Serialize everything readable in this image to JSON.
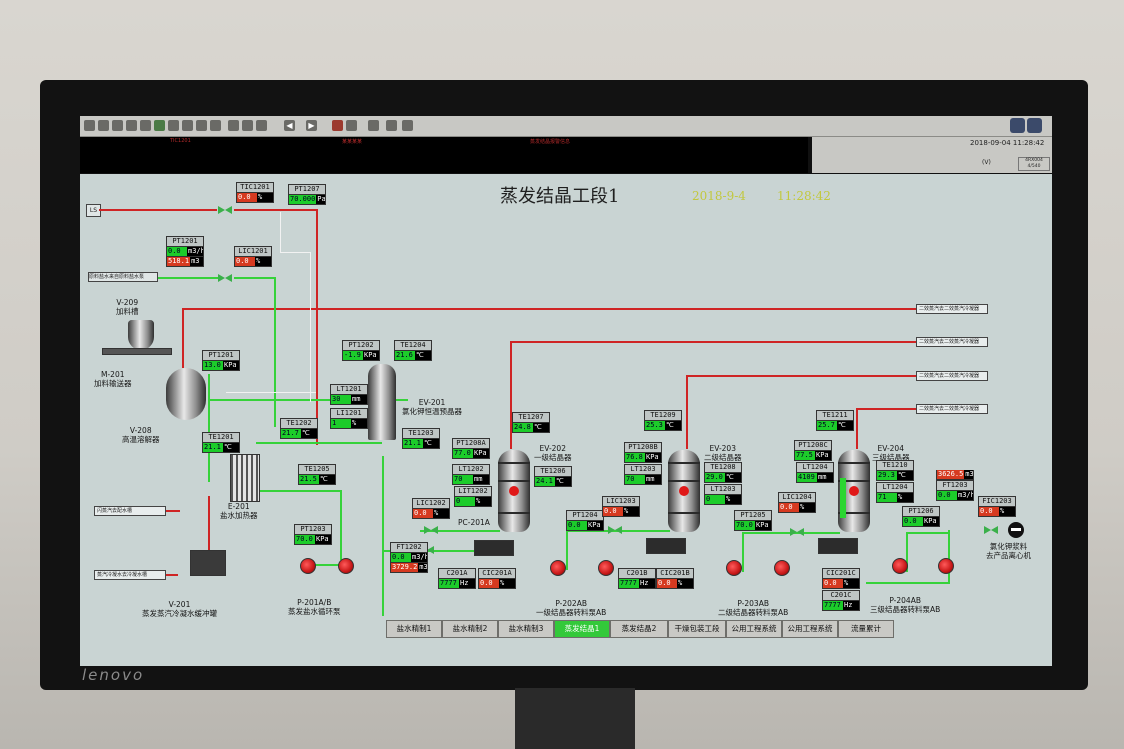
{
  "monitor": {
    "brand": "lenovo"
  },
  "header": {
    "alarm_messages": [
      "TIC1201",
      "某某某某",
      "蒸发结晶报警信息"
    ],
    "datetime": "2018-09-04 11:28:42",
    "view_code": "(V)",
    "cell_text": "4RX004 4/540"
  },
  "scada": {
    "title": "蒸发结晶工段1",
    "date": "2018-9-4",
    "time": "11:28:42",
    "ls_label": "LS",
    "tags": {
      "TIC1201": {
        "name": "TIC1201",
        "value": "0.0",
        "unit": "%"
      },
      "PT1207": {
        "name": "PT1207",
        "value": "70.000",
        "unit": "Pa"
      },
      "PT1201a": {
        "name": "PT1201",
        "value": "0.0",
        "unit": "m3/h"
      },
      "FQ1201": {
        "value": "518.1",
        "unit": "m3"
      },
      "LIC1201": {
        "name": "LIC1201",
        "value": "0.0",
        "unit": "%"
      },
      "PT1201b": {
        "name": "PT1201",
        "value": "13.0",
        "unit": "KPa"
      },
      "PT1202": {
        "name": "PT1202",
        "value": "-1.9",
        "unit": "KPa"
      },
      "TE1204": {
        "name": "TE1204",
        "value": "21.6",
        "unit": "℃"
      },
      "LT1201": {
        "name": "LT1201",
        "value": "30",
        "unit": "mm"
      },
      "LI1201": {
        "name": "LI1201",
        "value": "1",
        "unit": "%"
      },
      "TE1202": {
        "name": "TE1202",
        "value": "21.7",
        "unit": "℃"
      },
      "TE1201": {
        "name": "TE1201",
        "value": "21.1",
        "unit": "℃"
      },
      "TE1203": {
        "name": "TE1203",
        "value": "21.1",
        "unit": "℃"
      },
      "TE1205": {
        "name": "TE1205",
        "value": "21.5",
        "unit": "℃"
      },
      "PT1203": {
        "name": "PT1203",
        "value": "70.0",
        "unit": "KPa"
      },
      "FT1202": {
        "name": "FT1202",
        "value": "0.0",
        "unit": "m3/h"
      },
      "FQ1202": {
        "value": "3729.2",
        "unit": "m3"
      },
      "TE1207": {
        "name": "TE1207",
        "value": "24.8",
        "unit": "℃"
      },
      "PT1208A": {
        "name": "PT1208A",
        "value": "77.0",
        "unit": "KPa"
      },
      "LT1202": {
        "name": "LT1202",
        "value": "70",
        "unit": "mm"
      },
      "LIT1202": {
        "name": "LIT1202",
        "value": "0",
        "unit": "%"
      },
      "TE1206": {
        "name": "TE1206",
        "value": "24.1",
        "unit": "℃"
      },
      "LIC1202": {
        "name": "LIC1202",
        "value": "0.0",
        "unit": "%"
      },
      "C201A": {
        "name": "C201A",
        "value": "7777",
        "unit": "Hz"
      },
      "CIC201A": {
        "name": "CIC201A",
        "value": "0.0",
        "unit": "%"
      },
      "PT1204": {
        "name": "PT1204",
        "value": "0.0",
        "unit": "KPa"
      },
      "LIC1203": {
        "name": "LIC1203",
        "value": "0.0",
        "unit": "%"
      },
      "TE1209": {
        "name": "TE1209",
        "value": "25.3",
        "unit": "℃"
      },
      "PT1208B": {
        "name": "PT1208B",
        "value": "76.8",
        "unit": "KPa"
      },
      "LT1203": {
        "name": "LT1203",
        "value": "70",
        "unit": "mm"
      },
      "TE1208": {
        "name": "TE1208",
        "value": "29.0",
        "unit": "℃"
      },
      "LIT1203": {
        "name": "LT1203",
        "value": "0",
        "unit": "%"
      },
      "C201B": {
        "name": "C201B",
        "value": "7777",
        "unit": "Hz"
      },
      "CIC201B": {
        "name": "CIC201B",
        "value": "0.0",
        "unit": "%"
      },
      "PT1205": {
        "name": "PT1205",
        "value": "70.0",
        "unit": "KPa"
      },
      "LIC1204": {
        "name": "LIC1204",
        "value": "0.0",
        "unit": "%"
      },
      "TE1211": {
        "name": "TE1211",
        "value": "25.7",
        "unit": "℃"
      },
      "PT1208C": {
        "name": "PT1208C",
        "value": "77.5",
        "unit": "KPa"
      },
      "LT1204": {
        "name": "LT1204",
        "value": "4109",
        "unit": "mm"
      },
      "TE1210": {
        "name": "TE1210",
        "value": "29.3",
        "unit": "℃"
      },
      "LIT1204": {
        "name": "LT1204",
        "value": "71",
        "unit": "%"
      },
      "CIC201C": {
        "name": "CIC201C",
        "value": "0.0",
        "unit": "%"
      },
      "C201C": {
        "name": "C201C",
        "value": "7777",
        "unit": "Hz"
      },
      "PT1206": {
        "name": "PT1206",
        "value": "0.0",
        "unit": "KPa"
      },
      "FQ1203": {
        "value": "3626.5",
        "unit": "m3"
      },
      "FT1203": {
        "name": "FT1203",
        "value": "0.0",
        "unit": "m3/h"
      },
      "FIC1203": {
        "name": "FIC1203",
        "value": "0.0",
        "unit": "%"
      }
    },
    "equipment": {
      "v209": "V-209\n加料槽",
      "m201": "M-201\n加料输送器",
      "v208": "V-208\n高温溶解器",
      "e201": "E-201\n盐水加热器",
      "ev201": "EV-201\n氯化钾恒温预晶器",
      "ev202": "EV-202\n一级结晶器",
      "ev203": "EV-203\n二级结晶器",
      "ev204": "EV-204\n三级结晶器",
      "pc201a": "PC-201A",
      "v201": "V-201\n蒸发蒸汽冷凝水缓冲罐",
      "p201ab": "P-201A/B\n蒸发盐水循环泵",
      "p202ab": "P-202AB\n一级结晶器转料泵AB",
      "p203ab": "P-203AB\n二级结晶器转料泵AB",
      "p204ab": "P-204AB\n三级结晶器转料泵AB",
      "centrifuge": "氯化钾浆料\n去产品离心机"
    },
    "inflow_label": "原料盐水来自原料盐水泵",
    "out_tags": [
      "二效蒸汽去二效蒸汽冷凝器",
      "二效蒸汽去二效蒸汽冷凝器",
      "二效蒸汽去二效蒸汽冷凝器",
      "二效蒸汽去二效蒸汽冷凝器"
    ],
    "left_tags": [
      "闪蒸汽去配水槽",
      "蒸汽冷凝水去冷凝水槽"
    ],
    "nav": [
      "盐水精制1",
      "盐水精制2",
      "盐水精制3",
      "蒸发结晶1",
      "蒸发结晶2",
      "干燥包装工段",
      "公用工程系统",
      "公用工程系统",
      "流量累计"
    ],
    "nav_active_index": 3,
    "colors": {
      "steam_line": "#cf2424",
      "brine_line": "#36d23a",
      "background": "#c9d4d3",
      "date_text": "#c2c83f"
    }
  }
}
